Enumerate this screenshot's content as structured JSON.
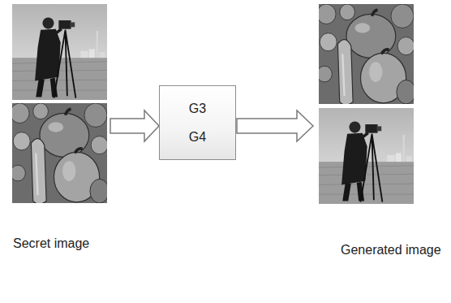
{
  "diagram": {
    "nodes": [
      {
        "text": [
          "G3",
          "G4"
        ]
      }
    ],
    "labels": [
      "Secret image",
      "Generated image"
    ]
  }
}
